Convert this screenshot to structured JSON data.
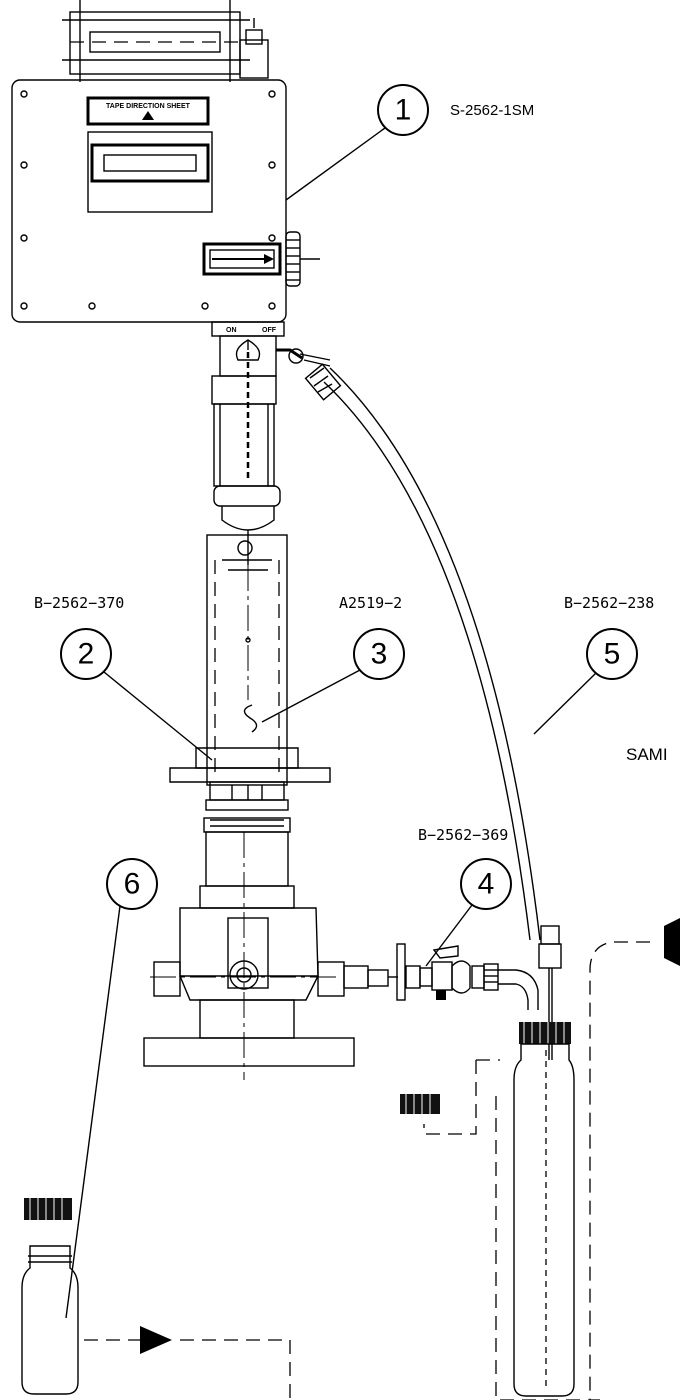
{
  "callouts": [
    {
      "number": "1",
      "part": "S-2562-1SM"
    },
    {
      "number": "2",
      "part": "B−2562−370"
    },
    {
      "number": "3",
      "part": "A2519−2"
    },
    {
      "number": "4",
      "part": "B−2562−369"
    },
    {
      "number": "5",
      "part": "B−2562−238"
    },
    {
      "number": "6",
      "part": ""
    }
  ],
  "panel": {
    "tape_direction": "TAPE DIRECTION SHEET",
    "switch_on": "ON",
    "switch_off": "OFF"
  },
  "side_text": "SAMI"
}
